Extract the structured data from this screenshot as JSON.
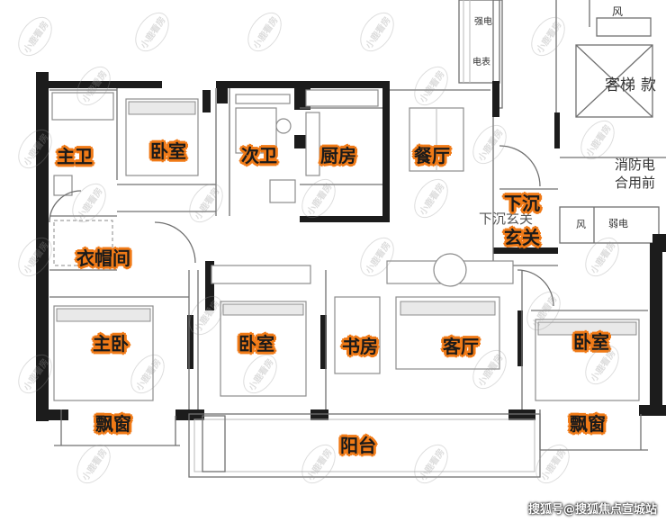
{
  "rooms": {
    "master_bath": "主卫",
    "bedroom_1": "卧室",
    "second_bath": "次卫",
    "kitchen": "厨房",
    "dining": "餐厅",
    "sunken_foyer_line1": "下沉",
    "sunken_foyer_line2": "玄关",
    "walk_in_closet": "衣帽间",
    "master_bedroom": "主卧",
    "bedroom_2": "卧室",
    "study": "书房",
    "living_room": "客厅",
    "bedroom_3": "卧室",
    "bay_window_left": "飘窗",
    "bay_window_right": "飘窗",
    "balcony": "阳台"
  },
  "plan_labels": {
    "elevator": "客梯",
    "elevator_suffix": "款",
    "fire_elevator_line1": "消防电",
    "fire_elevator_line2": "合用前",
    "strong_power": "强电",
    "weak_power_top": "电表",
    "wind_top": "风",
    "wind_shaft": "风",
    "weak_power": "弱电",
    "foyer_plan_text": "下沉玄关"
  },
  "watermark_text": "小鹿看房",
  "footer": "搜狐号@搜狐焦点宣城站",
  "colors": {
    "label_bg": "#f07a17",
    "wall": "#1c1c1c"
  }
}
